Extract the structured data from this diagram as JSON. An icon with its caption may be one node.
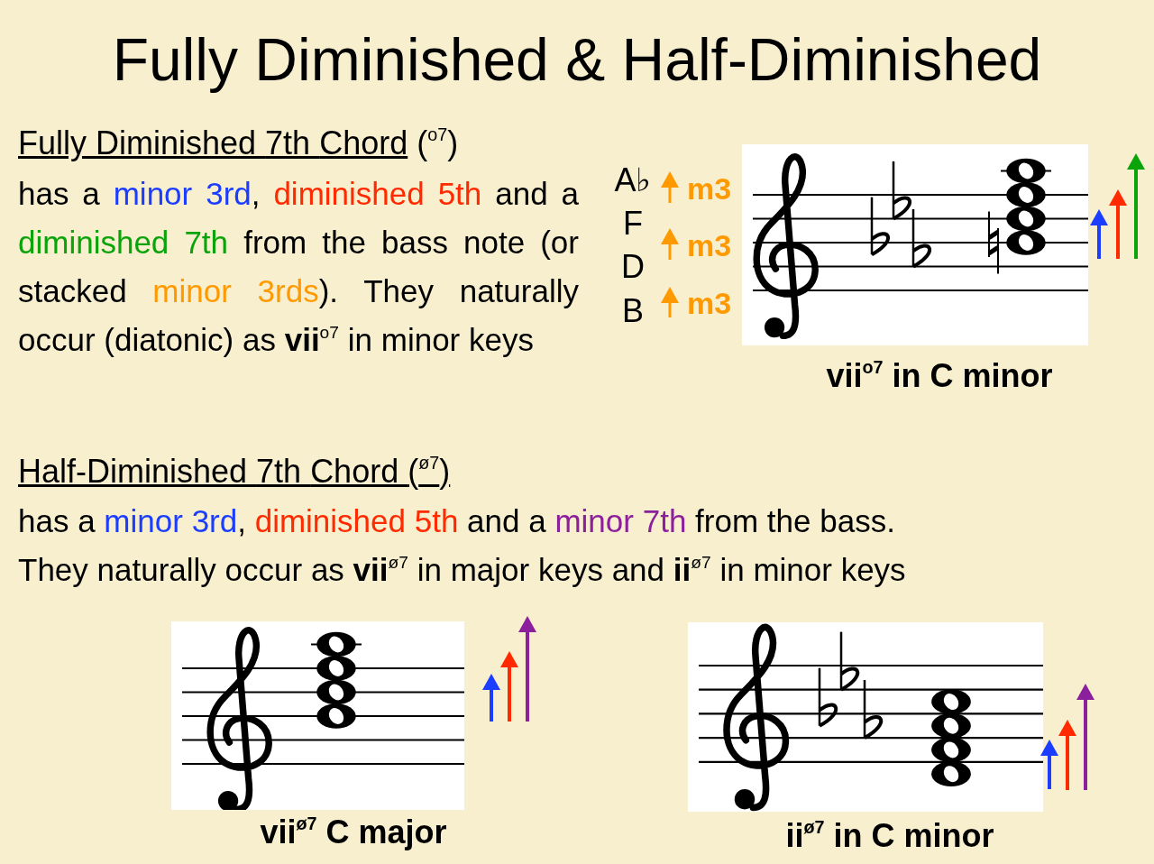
{
  "diagram": {
    "title": "Fully Diminished & Half-Diminished",
    "labels": [
      "Fully Diminished 7th Chord ($^{o7}$)",
      "has a minor 3rd, diminished 5th and a diminished 7th from the bass note (or stacked minor 3rds). They naturally occur (diatonic) as **vii**$^{o7}$ in minor keys",
      "A♭",
      "m3",
      "F",
      "m3",
      "D",
      "m3",
      "B",
      "vii$^{o7}$ in C minor",
      "Half-Diminished 7th Chord ($^{ø7}$)",
      "has a minor 3rd, diminished 5th and a minor 7th from the bass.",
      "They naturally occur as **vii**$^{ø7}$ in major keys and **ii**$^{ø7}$ in minor keys",
      "vii$^{ø7}$ C major",
      "ii$^{ø7}$ in C minor"
    ]
  }
}
